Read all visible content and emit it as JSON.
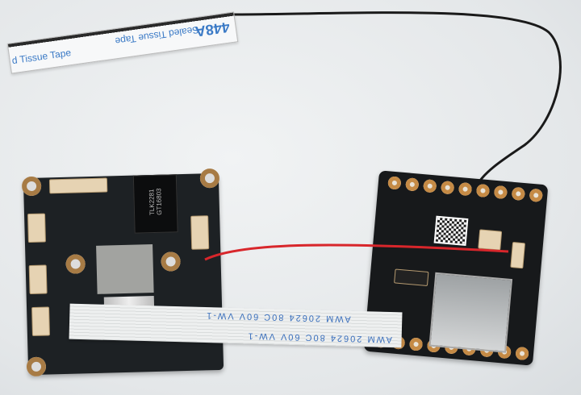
{
  "scene": {
    "antenna_tape": {
      "text_left": "d Tissue Tape",
      "text_right": "Sealed Tissue Tape",
      "model": "448A"
    },
    "ribbon_cable": {
      "print_1": "AWM 20624 80C 60V VW-1",
      "print_2": "AWM 20624 80C 60V VW-1"
    },
    "left_board": {
      "chip_label": "TLK2281 GT16803"
    },
    "colors": {
      "pcb": "#1d2124",
      "gold_pads": "#c58a45",
      "red_wire": "#d8262b",
      "antenna_wire": "#1a1a1a",
      "ribbon": "#eef0f0",
      "print": "#3a6fbc"
    }
  }
}
